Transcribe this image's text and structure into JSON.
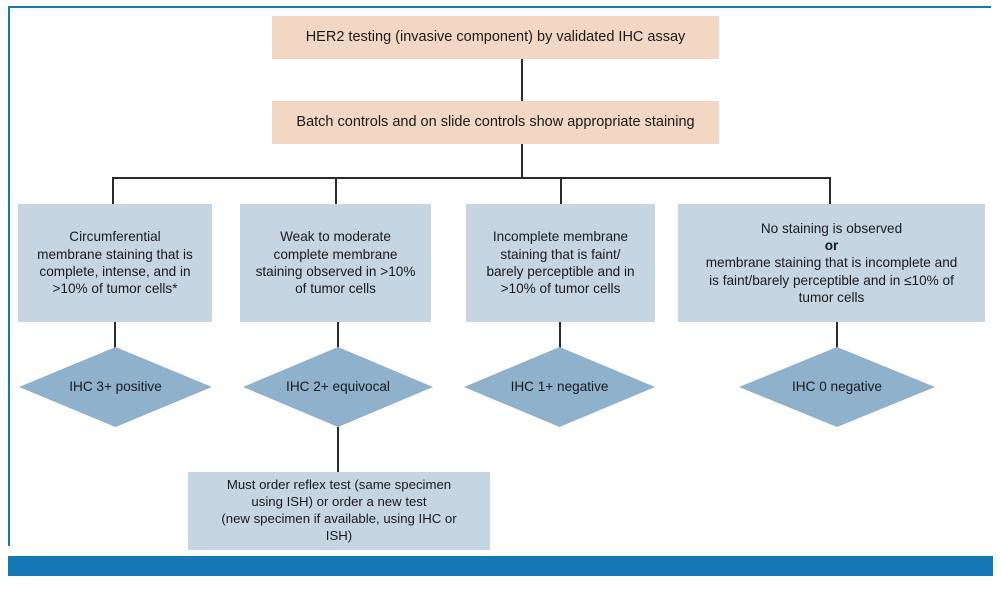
{
  "figure": {
    "title_box": {
      "label": "HER2 testing (invasive component) by validated IHC assay"
    },
    "controls_box": {
      "label": "Batch controls and on slide controls show appropriate staining"
    },
    "criteria_boxes": [
      {
        "id": "circumferential",
        "label": "Circumferential\nmembrane staining that is\ncomplete, intense, and in\n>10% of tumor cells*"
      },
      {
        "id": "weak-moderate",
        "label": "Weak to moderate\ncomplete membrane\nstaining observed in >10%\nof tumor cells"
      },
      {
        "id": "incomplete-faint",
        "label": "Incomplete membrane\nstaining that is faint/\nbarely perceptible and in\n>10% of tumor cells"
      },
      {
        "id": "no-staining",
        "line1": "No staining is observed",
        "conjunction": "or",
        "line2": "membrane staining that is incomplete and\nis faint/barely perceptible and in ≤10% of\ntumor cells"
      }
    ],
    "result_diamonds": [
      {
        "id": "ihc3",
        "label": "IHC 3+\npositive"
      },
      {
        "id": "ihc2",
        "label": "IHC 2+\nequivocal"
      },
      {
        "id": "ihc1",
        "label": "IHC 1+\nnegative"
      },
      {
        "id": "ihc0",
        "label": "IHC 0\nnegative"
      }
    ],
    "reflex_box": {
      "label": "Must order reflex test (same specimen\nusing ISH) or order a new test\n(new specimen if available, using IHC or\nISH)"
    },
    "colors": {
      "frame": "#1378B4",
      "bottom_bar": "#1378B4",
      "peach_box": "#F2D7C4",
      "blue_box": "#C6D5E2",
      "diamond": "#8FB1CC",
      "connector": "#2b2b2b",
      "text": "#1a1a1a"
    }
  }
}
